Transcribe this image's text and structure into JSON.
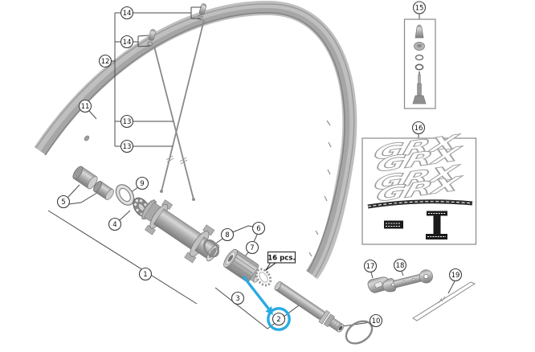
{
  "diagram": {
    "callouts": {
      "c1": "1",
      "c2": "2",
      "c3": "3",
      "c4": "4",
      "c5": "5",
      "c6": "6",
      "c7": "7",
      "c8": "8",
      "c9": "9",
      "c10": "10",
      "c11": "11",
      "c12": "12",
      "c13a": "13",
      "c13b": "13",
      "c14a": "14",
      "c14b": "14",
      "c15": "15",
      "c16": "16",
      "c17": "17",
      "c18": "18",
      "c19": "19"
    },
    "labels": {
      "quantity_tag": "16 pcs.",
      "decal_text": "GRX"
    },
    "colors": {
      "highlight": "#29abe2",
      "line": "#4a4a4a"
    }
  }
}
